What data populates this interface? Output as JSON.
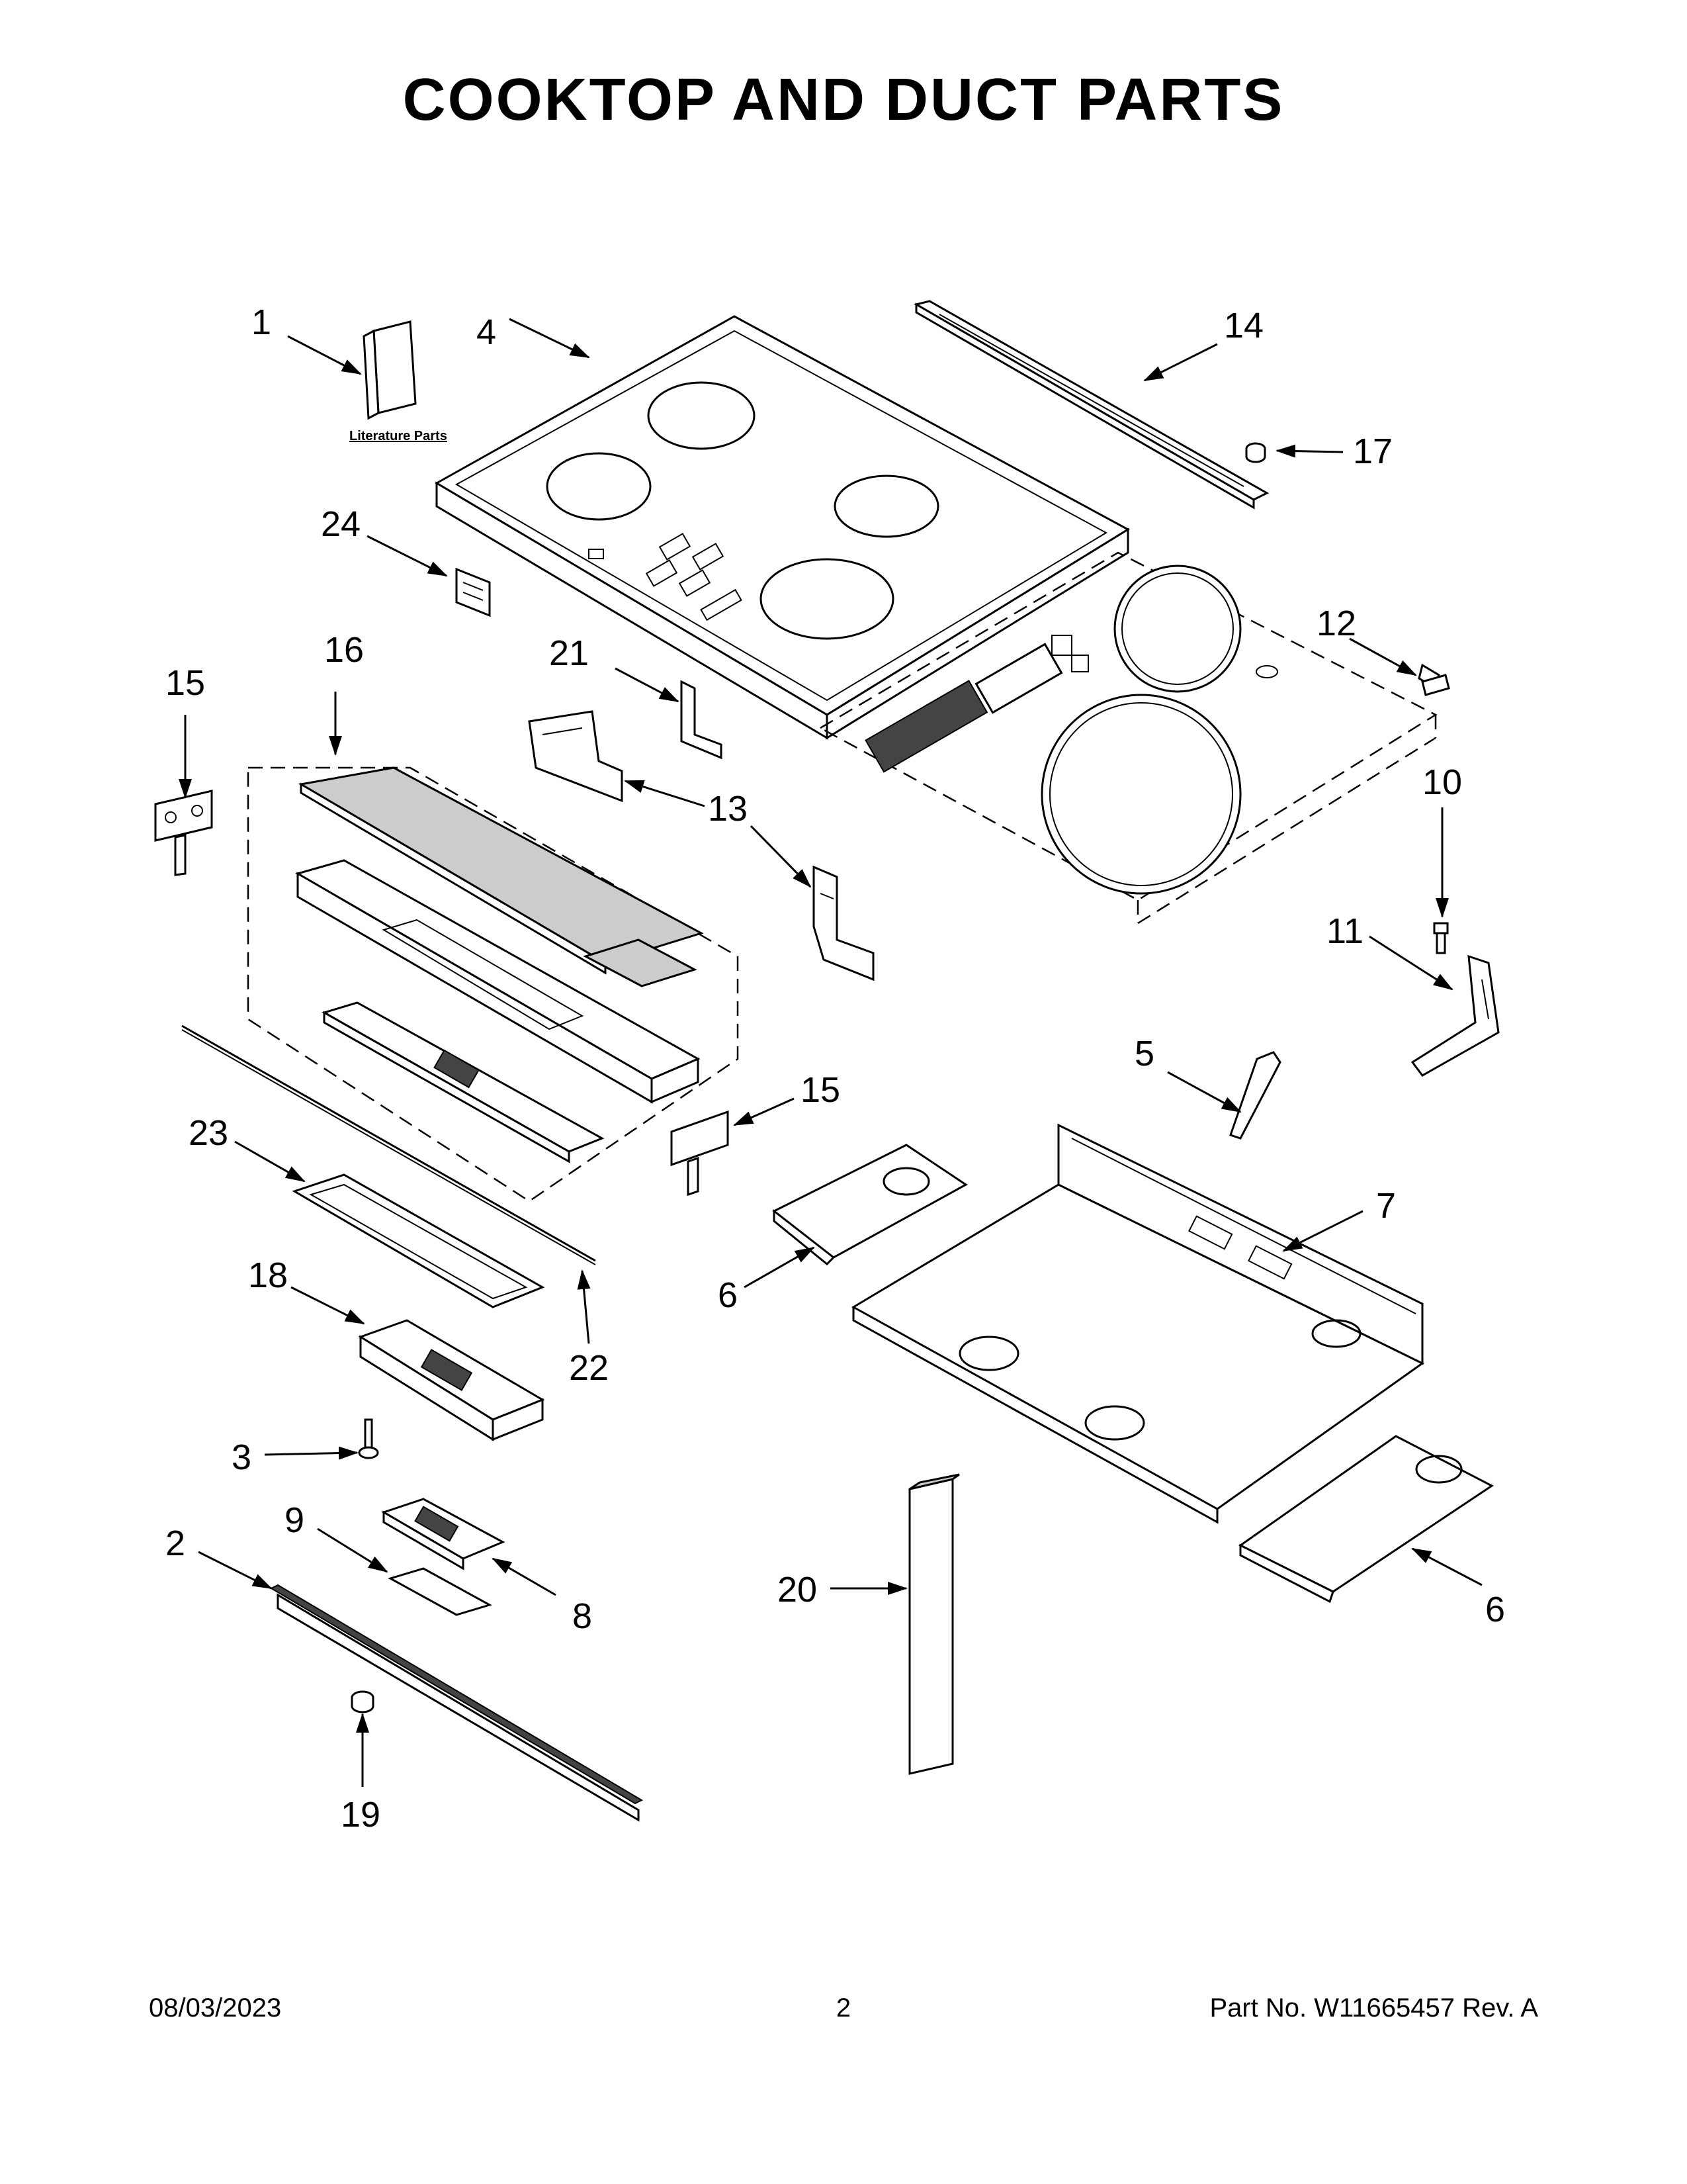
{
  "page": {
    "title": "COOKTOP AND DUCT PARTS",
    "footer_date": "08/03/2023",
    "footer_page": "2",
    "footer_part": "Part No.  W11665457  Rev.  A"
  },
  "literature_label": "Literature Parts",
  "callouts": {
    "c1": "1",
    "c2": "2",
    "c3": "3",
    "c4": "4",
    "c5": "5",
    "c6a": "6",
    "c6b": "6",
    "c7": "7",
    "c8": "8",
    "c9": "9",
    "c10": "10",
    "c11": "11",
    "c12": "12",
    "c13": "13",
    "c14": "14",
    "c15a": "15",
    "c15b": "15",
    "c16": "16",
    "c17": "17",
    "c18": "18",
    "c19": "19",
    "c20": "20",
    "c21": "21",
    "c22": "22",
    "c23": "23",
    "c24": "24"
  }
}
